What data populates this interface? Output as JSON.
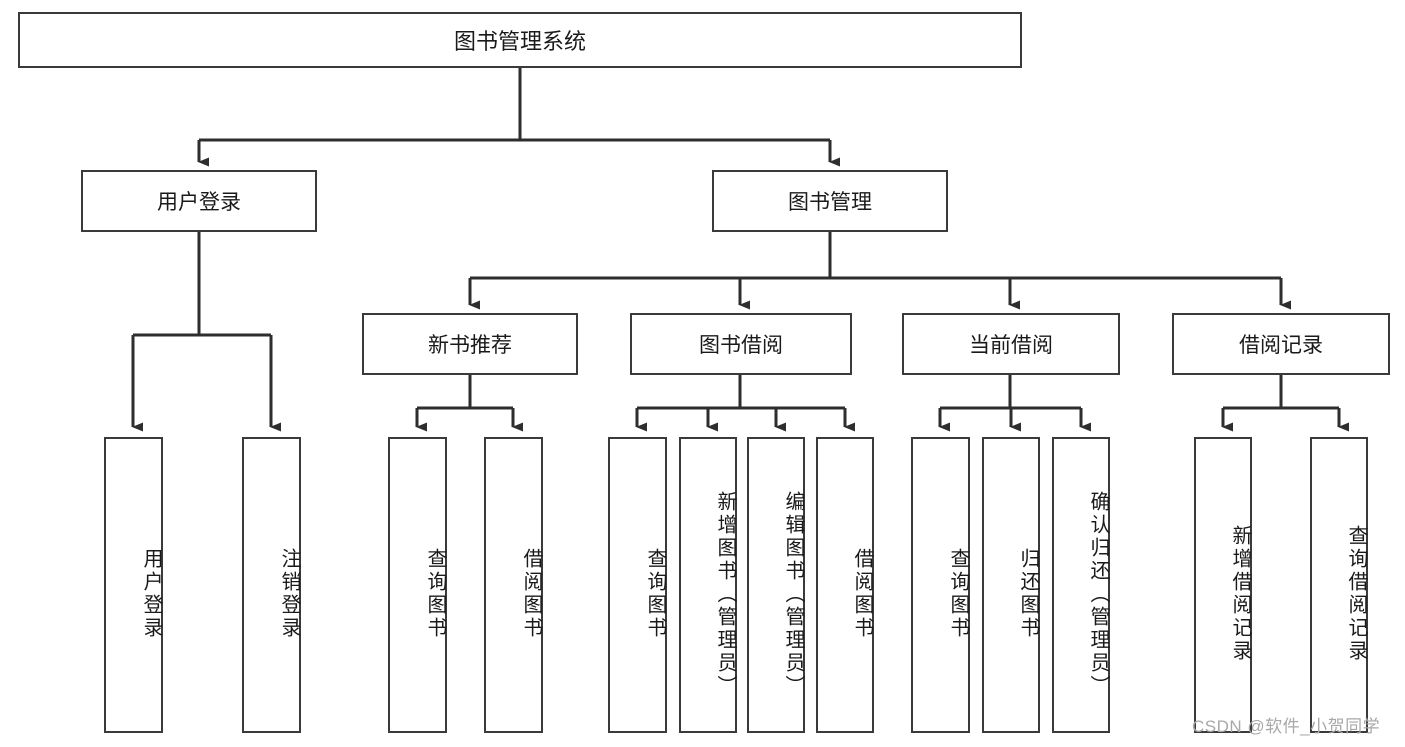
{
  "diagram": {
    "title": "图书管理系统",
    "type": "hierarchy-tree",
    "root": {
      "label": "图书管理系统"
    },
    "level2": [
      {
        "label": "用户登录"
      },
      {
        "label": "图书管理"
      }
    ],
    "level3": [
      {
        "label": "新书推荐"
      },
      {
        "label": "图书借阅"
      },
      {
        "label": "当前借阅"
      },
      {
        "label": "借阅记录"
      }
    ],
    "leaves": {
      "user_login": [
        {
          "label": "用户登录"
        },
        {
          "label": "注销登录"
        }
      ],
      "new_book_recommend": [
        {
          "label": "查询图书"
        },
        {
          "label": "借阅图书"
        }
      ],
      "book_borrow": [
        {
          "label": "查询图书"
        },
        {
          "label": "新增图书（管理员）"
        },
        {
          "label": "编辑图书（管理员）"
        },
        {
          "label": "借阅图书"
        }
      ],
      "current_borrow": [
        {
          "label": "查询图书"
        },
        {
          "label": "归还图书"
        },
        {
          "label": "确认归还（管理员）"
        }
      ],
      "borrow_record": [
        {
          "label": "新增借阅记录"
        },
        {
          "label": "查询借阅记录"
        }
      ]
    }
  },
  "watermark": {
    "text": "CSDN @软件_小贺同学"
  },
  "colors": {
    "border": "#3a3a3a",
    "background": "#ffffff",
    "text": "#1a1a1a",
    "watermark": "#a8a8a8"
  }
}
